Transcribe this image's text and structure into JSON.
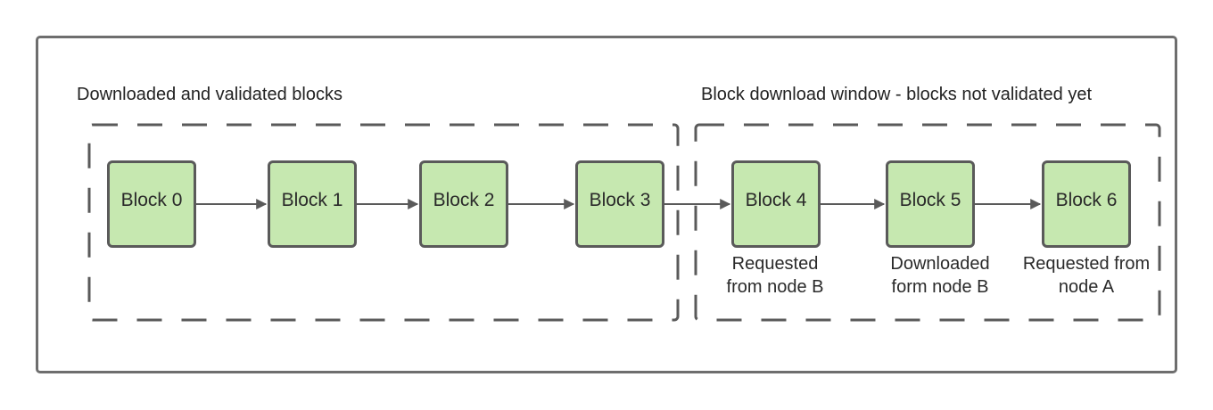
{
  "groups": {
    "validated_title": "Downloaded and validated blocks",
    "window_title": "Block download window - blocks not validated yet"
  },
  "blocks": [
    {
      "label": "Block 0",
      "note": ""
    },
    {
      "label": "Block 1",
      "note": ""
    },
    {
      "label": "Block 2",
      "note": ""
    },
    {
      "label": "Block 3",
      "note": ""
    },
    {
      "label": "Block 4",
      "note": "Requested\nfrom node B"
    },
    {
      "label": "Block 5",
      "note": "Downloaded\nform node B"
    },
    {
      "label": "Block 6",
      "note": "Requested from\nnode A"
    }
  ],
  "colors": {
    "block_fill": "#c6e8b0",
    "block_border": "#5a5a5a",
    "frame_border": "#6e6e6e",
    "arrow": "#5a5a5a"
  }
}
